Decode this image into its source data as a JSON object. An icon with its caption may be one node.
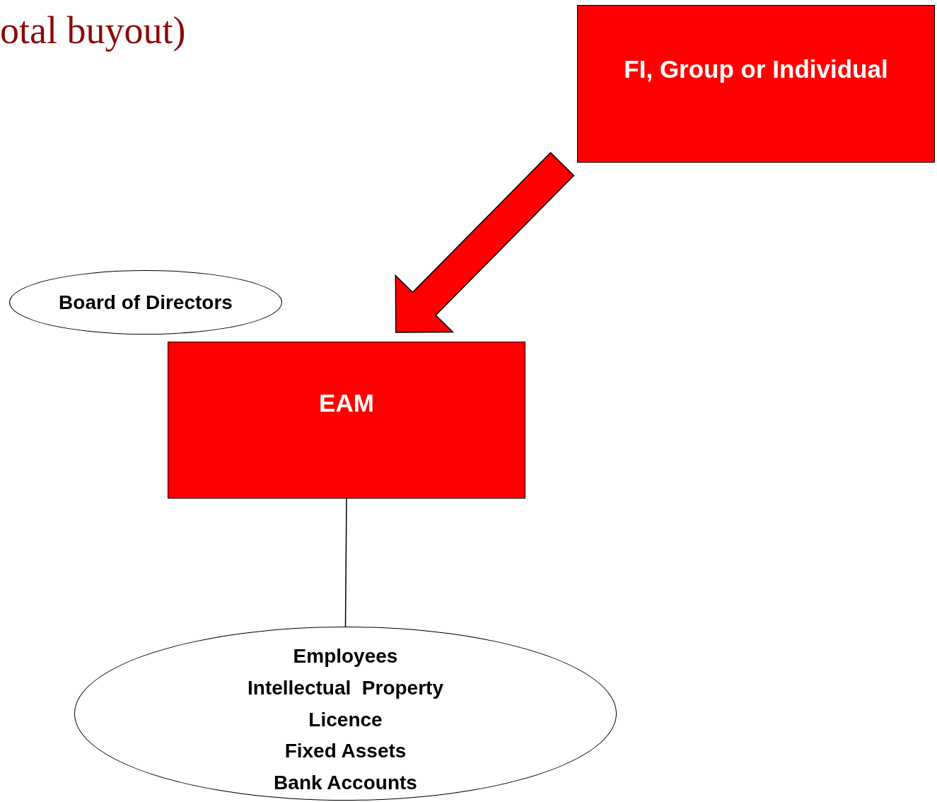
{
  "diagram": {
    "title": "otal buyout)",
    "nodes": [
      {
        "text": [
          "FI, Group or Individual"
        ]
      },
      {
        "text": [
          "Board of Directors"
        ]
      },
      {
        "text": [
          "EAM"
        ]
      },
      {
        "text": [
          "Employees",
          "Intellectual  Property",
          "Licence",
          "Fixed Assets",
          "Bank Accounts"
        ]
      }
    ],
    "edges": [
      {
        "from": 0,
        "to": 2,
        "arrow": "to",
        "style": "thick",
        "color": "#ff0000"
      },
      {
        "from": 2,
        "to": 3,
        "arrow": "none"
      }
    ]
  }
}
